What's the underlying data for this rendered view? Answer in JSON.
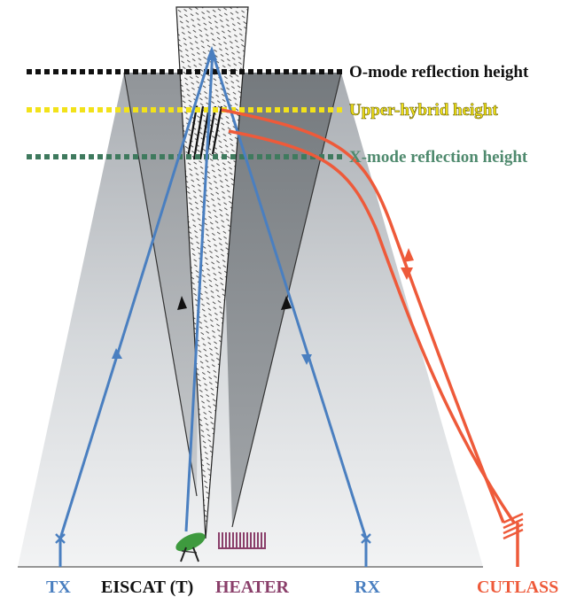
{
  "labels": {
    "o_mode": "O-mode reflection height",
    "upper_hybrid": "Upper-hybrid height",
    "x_mode": "X-mode reflection height",
    "tx": "TX",
    "eiscat": "EISCAT (T)",
    "heater": "HEATER",
    "rx": "RX",
    "cutlass": "CUTLASS"
  },
  "colors": {
    "o_mode_line": "#111111",
    "upper_hybrid_line": "#f2e21a",
    "upper_hybrid_text": "#c9b800",
    "x_mode_line": "#3f7a5e",
    "x_mode_text": "#4f8a6e",
    "ray_blue": "#4a7fc0",
    "cutlass_red": "#ee5a3a",
    "heater_purple": "#8a3f6a",
    "dish_green": "#3e9a3e",
    "ground_line": "#333333"
  },
  "icons": {
    "dish": "radar-dish-icon",
    "heater": "heater-array-icon",
    "tx": "transmitter-marker-icon",
    "rx": "receiver-marker-icon",
    "cutlass": "cutlass-antenna-icon"
  }
}
